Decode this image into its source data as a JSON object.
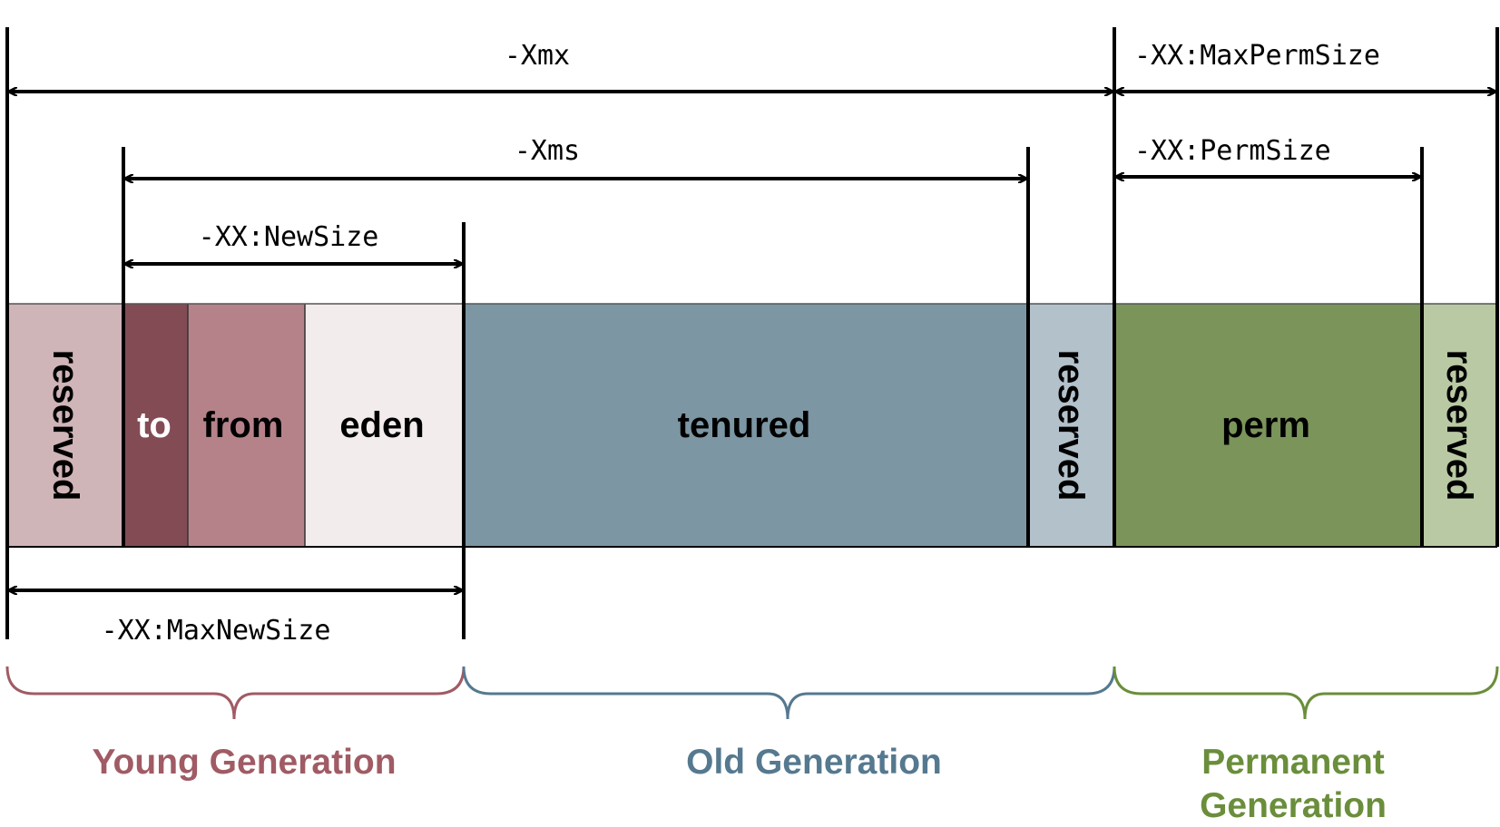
{
  "segments": {
    "reserved_young": "reserved",
    "to": "to",
    "from": "from",
    "eden": "eden",
    "tenured": "tenured",
    "reserved_old": "reserved",
    "perm": "perm",
    "reserved_perm": "reserved"
  },
  "flags": {
    "xmx": "-Xmx",
    "max_perm_size": "-XX:MaxPermSize",
    "xms": "-Xms",
    "perm_size": "-XX:PermSize",
    "new_size": "-XX:NewSize",
    "max_new_size": "-XX:MaxNewSize"
  },
  "generations": {
    "young": "Young Generation",
    "old": "Old Generation",
    "permanent_line1": "Permanent",
    "permanent_line2": "Generation"
  },
  "colors": {
    "reserved_young": "#cfb4b8",
    "to": "#834c55",
    "from": "#b6828a",
    "eden": "#f2ecec",
    "tenured": "#7c96a3",
    "reserved_old": "#b3c1cb",
    "perm": "#7a945a",
    "reserved_perm": "#b9c9a3",
    "young_text": "#a05b64",
    "old_text": "#55798f",
    "permanent_text": "#6a8e3b"
  }
}
